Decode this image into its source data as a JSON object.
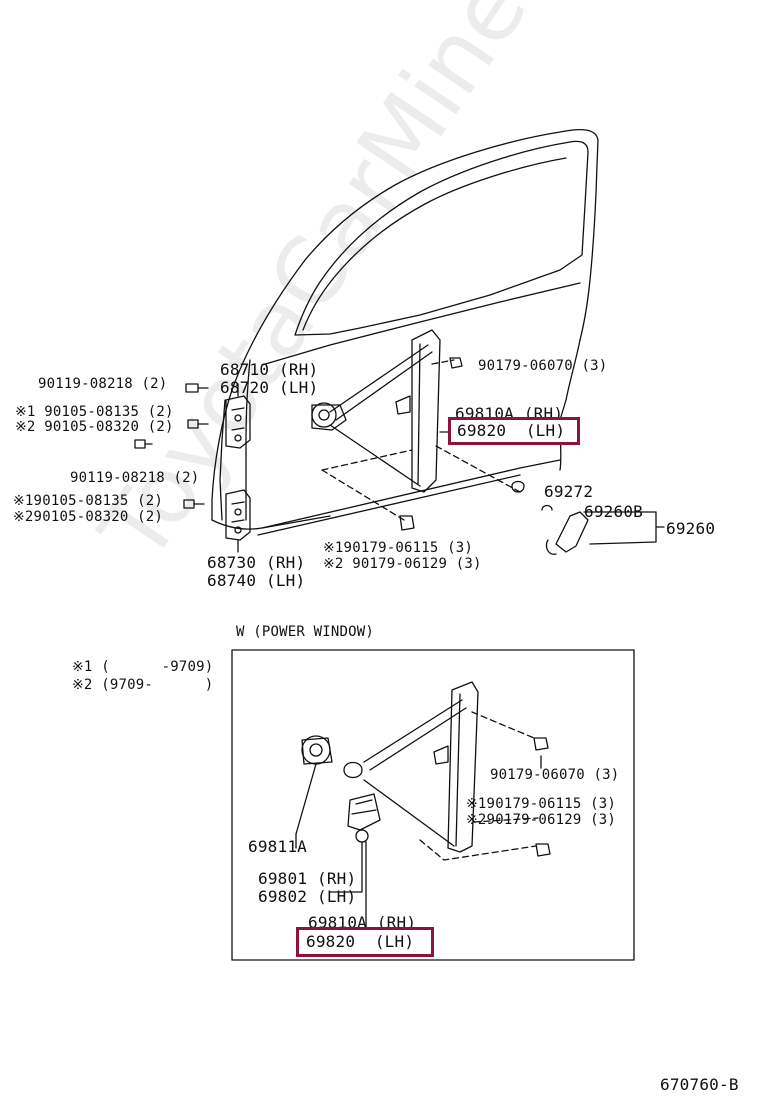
{
  "watermark": "ToyotaCarMine.ru",
  "highlight_color": "#8b1538",
  "upper": {
    "bolt_a": "90119-08218 (2)",
    "hinge_upper_rh": "68710 (RH)",
    "hinge_upper_lh": "68720 (LH)",
    "screw_a1": "※1 90105-08135 (2)",
    "screw_a2": "※2 90105-08320 (2)",
    "bolt_b": "90119-08218 (2)",
    "screw_b1": "※190105-08135 (2)",
    "screw_b2": "※290105-08320 (2)",
    "hinge_lower_rh": "68730 (RH)",
    "hinge_lower_lh": "68740 (LH)",
    "nut_top": "90179-06070 (3)",
    "regulator_rh": "69810A (RH)",
    "regulator_lh": "69820  (LH)",
    "washer": "69272",
    "handle_sub": "69260B",
    "handle": "69260",
    "nut_b1": "※190179-06115 (3)",
    "nut_b2": "※2 90179-06129 (3)"
  },
  "lower": {
    "title": "W (POWER WINDOW)",
    "note1": "※1 (      -9709)",
    "note2": "※2 (9709-      )",
    "nut_top": "90179-06070 (3)",
    "nut_b1": "※190179-06115 (3)",
    "nut_b2": "※290179-06129 (3)",
    "motor_a": "69811A",
    "motor_rh": "69801 (RH)",
    "motor_lh": "69802 (LH)",
    "regulator_rh": "69810A (RH)",
    "regulator_lh": "69820  (LH)"
  },
  "diagram_code": "670760-B"
}
